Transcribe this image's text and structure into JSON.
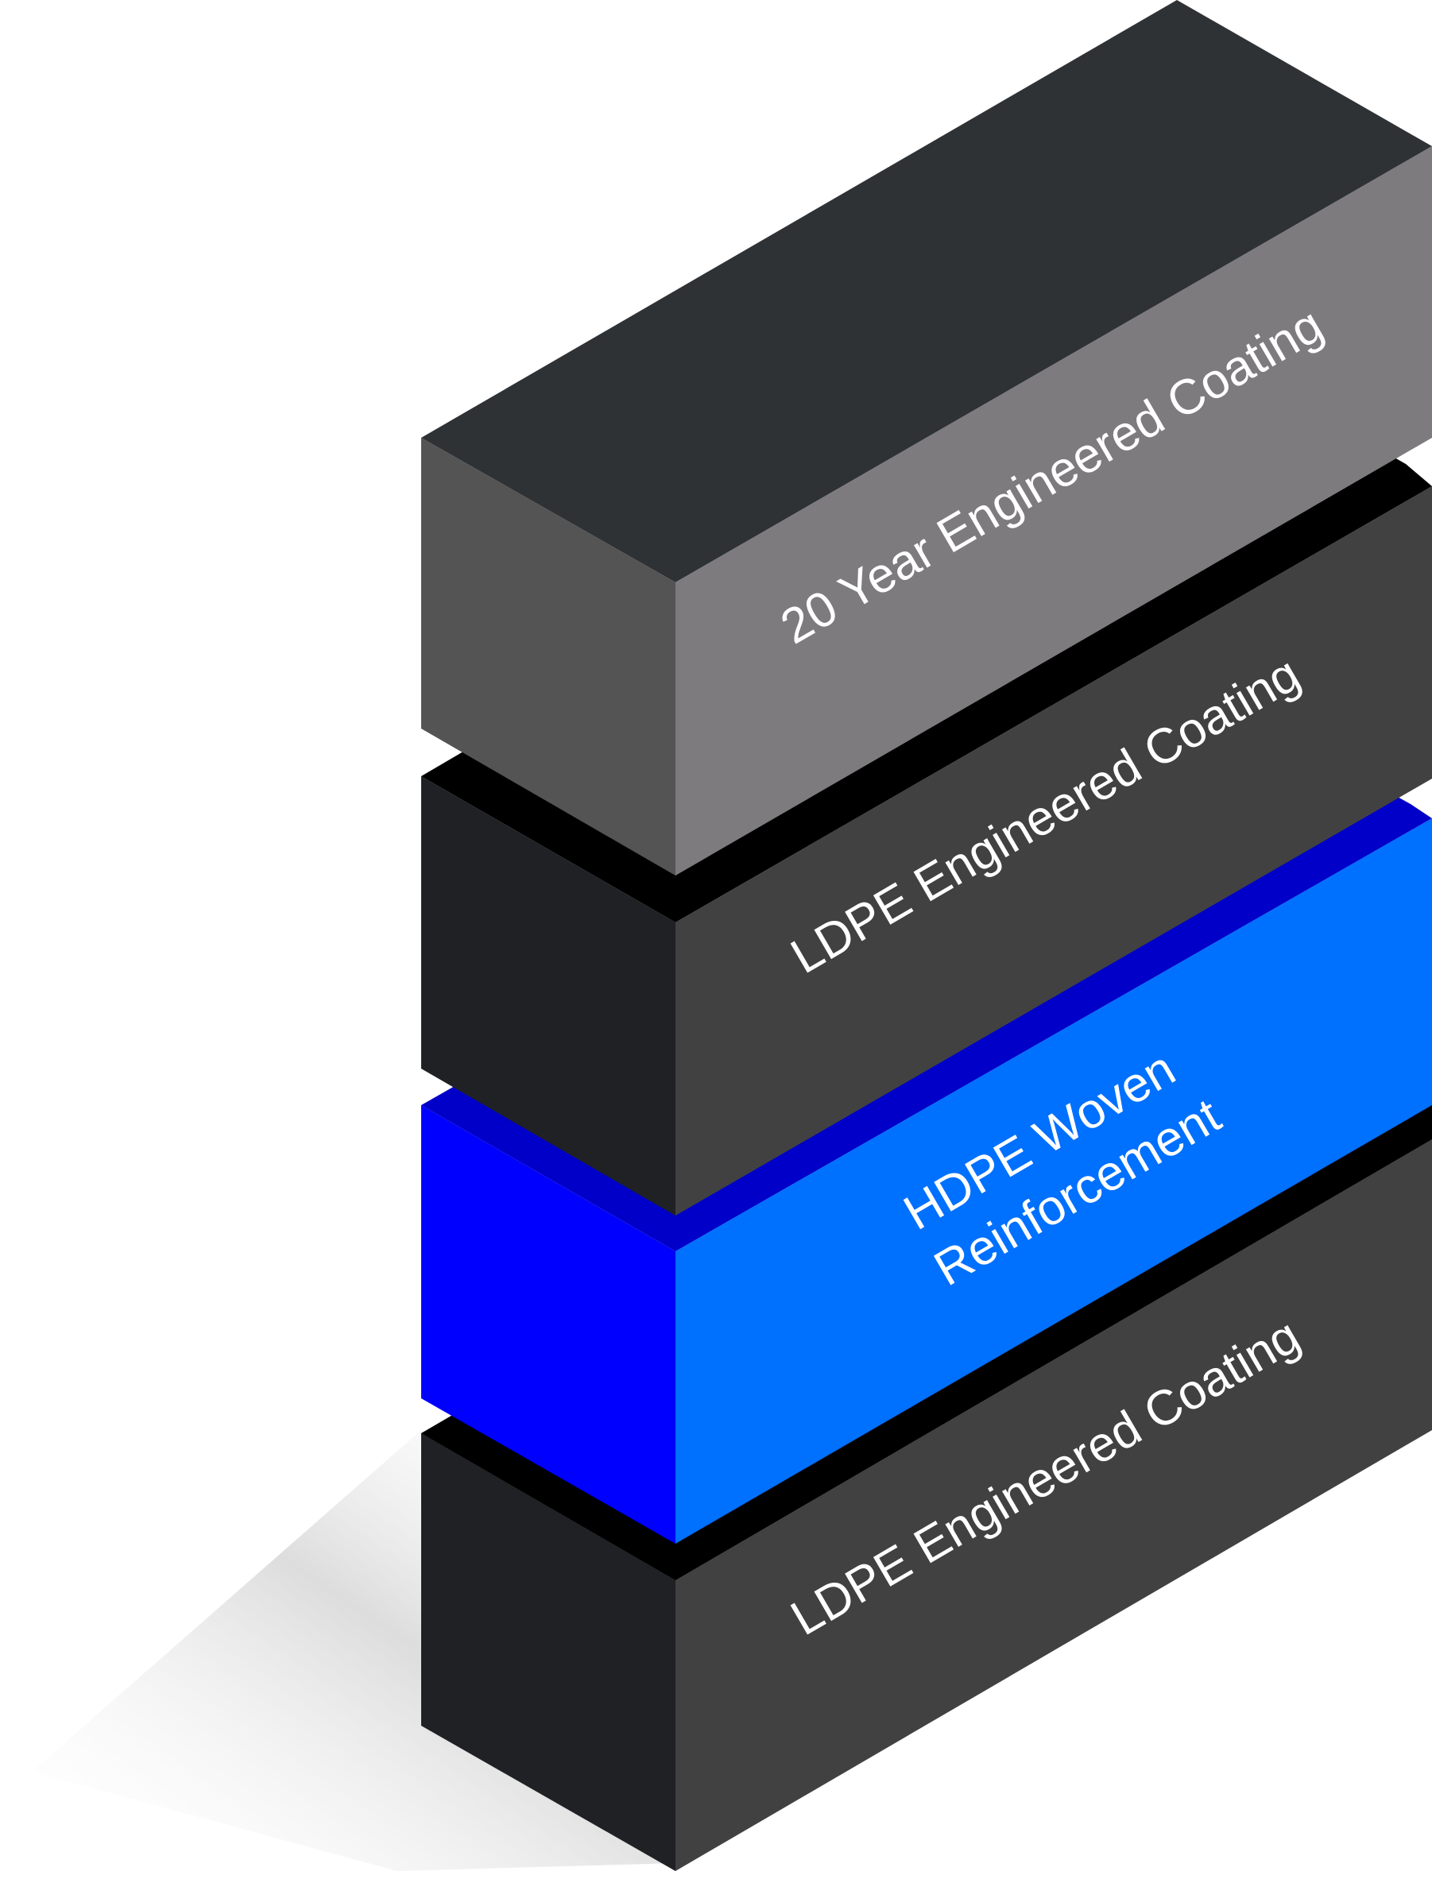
{
  "layers": [
    {
      "id": "top-coating",
      "label_lines": [
        "20 Year Engineered Coating"
      ],
      "colors": {
        "top": "#2f3235",
        "left": "#545454",
        "front": "#7d7b7e",
        "shadow": "#000000"
      }
    },
    {
      "id": "ldpe-coating-upper",
      "label_lines": [
        "LDPE Engineered Coating"
      ],
      "colors": {
        "top": "#000000",
        "left": "#1f2124",
        "front": "#414141",
        "shadow": "#000000"
      }
    },
    {
      "id": "hdpe-woven",
      "label_lines": [
        "HDPE Woven",
        "Reinforcement"
      ],
      "colors": {
        "top": "#0000c8",
        "left": "#0000ff",
        "front": "#0070ff",
        "shadow": "#0000c8"
      }
    },
    {
      "id": "ldpe-coating-lower",
      "label_lines": [
        "LDPE Engineered Coating"
      ],
      "colors": {
        "top": "#000000",
        "left": "#1f2124",
        "front": "#414141",
        "shadow": "#000000"
      }
    }
  ],
  "text_color": "#ffffff",
  "floor_shadow_color": "#d9d9d9"
}
